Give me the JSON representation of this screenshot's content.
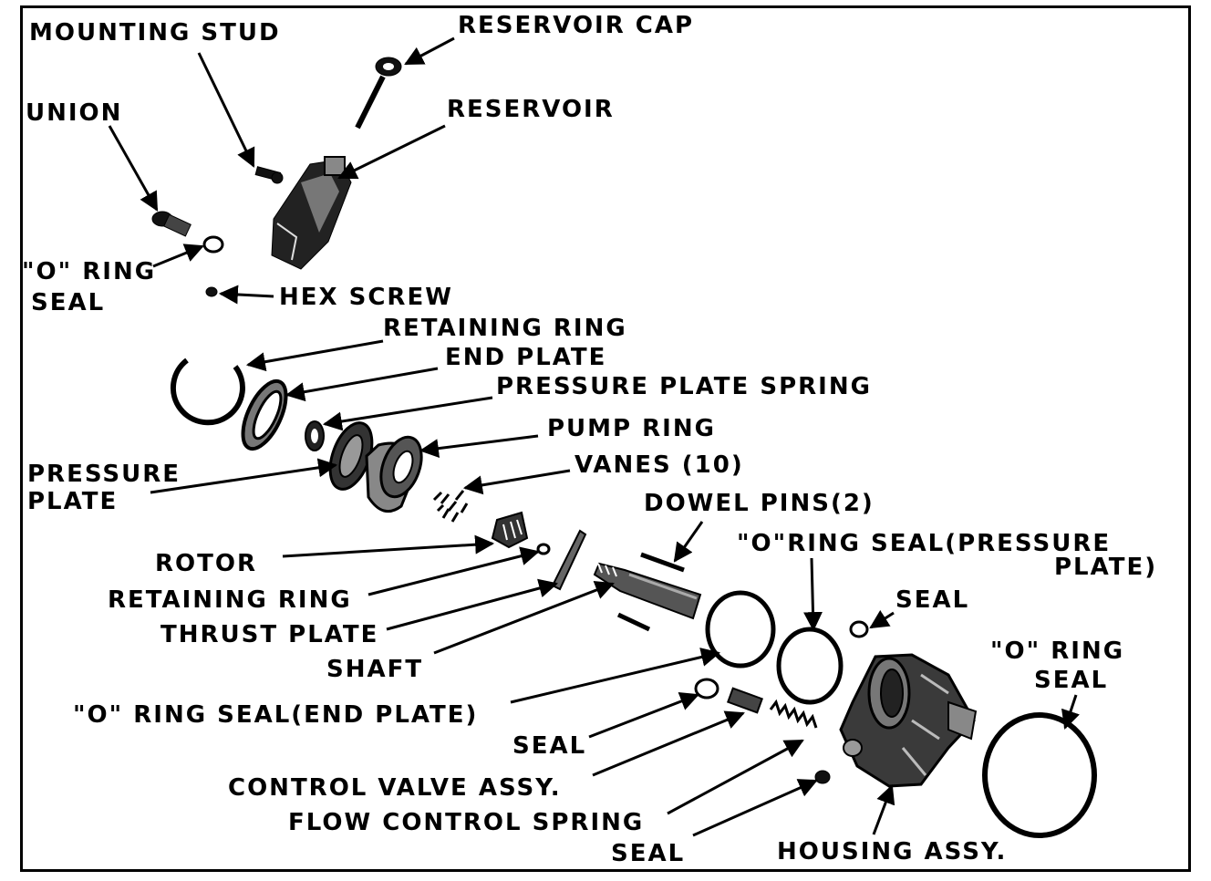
{
  "labels": {
    "mounting_stud": "MOUNTING STUD",
    "reservoir_cap": "RESERVOIR CAP",
    "union": "UNION",
    "reservoir": "RESERVOIR",
    "o_ring_seal_top_1": "\"O\" RING",
    "o_ring_seal_top_2": "SEAL",
    "hex_screw": "HEX SCREW",
    "retaining_ring_top": "RETAINING RING",
    "end_plate": "END PLATE",
    "pressure_plate_spring": "PRESSURE PLATE SPRING",
    "pump_ring": "PUMP RING",
    "vanes": "VANES (10)",
    "pressure_plate_1": "PRESSURE",
    "pressure_plate_2": "PLATE",
    "dowel_pins": "DOWEL PINS(2)",
    "o_ring_seal_pressure_plate_1": "\"O\"RING SEAL(PRESSURE",
    "o_ring_seal_pressure_plate_2": "PLATE)",
    "rotor": "ROTOR",
    "seal_right": "SEAL",
    "retaining_ring_mid": "RETAINING RING",
    "o_ring_seal_housing_1": "\"O\" RING",
    "o_ring_seal_housing_2": "SEAL",
    "thrust_plate": "THRUST PLATE",
    "shaft": "SHAFT",
    "o_ring_seal_end_plate": "\"O\" RING SEAL(END PLATE)",
    "seal_mid": "SEAL",
    "control_valve_assy": "CONTROL VALVE ASSY.",
    "flow_control_spring": "FLOW CONTROL SPRING",
    "seal_bottom": "SEAL",
    "housing_assy": "HOUSING ASSY."
  }
}
